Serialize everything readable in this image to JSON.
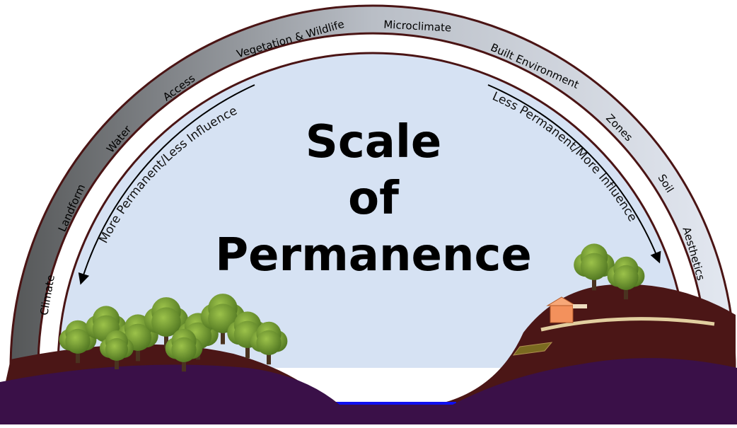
{
  "title": {
    "line1": "Scale",
    "line2": "of",
    "line3": "Permanence"
  },
  "arrows": {
    "left_label": "More Permanent/Less Influence",
    "right_label": "Less Permanent/More Influence"
  },
  "scale_items": [
    "Climate",
    "Landform",
    "Water",
    "Access",
    "Vegetation & Wildlife",
    "Microclimate",
    "Built Environment",
    "Zones",
    "Soil",
    "Aesthetics"
  ],
  "colors": {
    "sky": "#d6e2f3",
    "band_dark": "#555758",
    "band_light": "#dfe4ee",
    "band_outline": "#4a1414",
    "earth": "#4b1616",
    "bedrock": "#3a1048",
    "water": "#1010f0",
    "tree_foliage": "#6f9a2e",
    "house": "#f3915c",
    "path": "#e2cfa0"
  }
}
